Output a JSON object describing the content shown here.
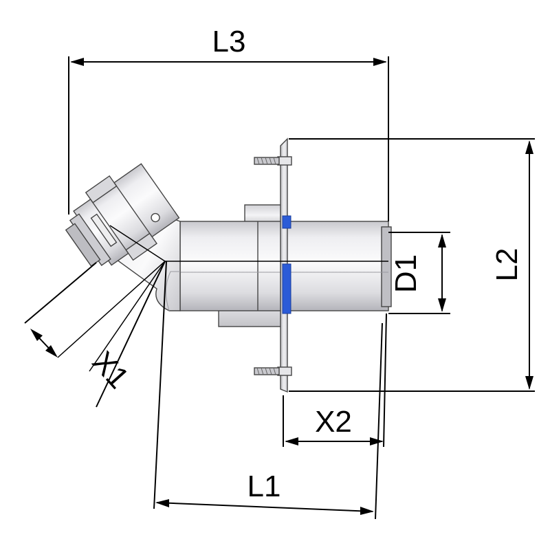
{
  "labels": {
    "L3": "L3",
    "L2": "L2",
    "L1": "L1",
    "D1": "D1",
    "X1": "X1",
    "X2": "X2"
  },
  "colors": {
    "seal": "#2b5bd7",
    "pipe_light": "#f2f2f4",
    "pipe_mid": "#d6d6da",
    "pipe_dark": "#a9a9ae",
    "line": "#000000"
  }
}
